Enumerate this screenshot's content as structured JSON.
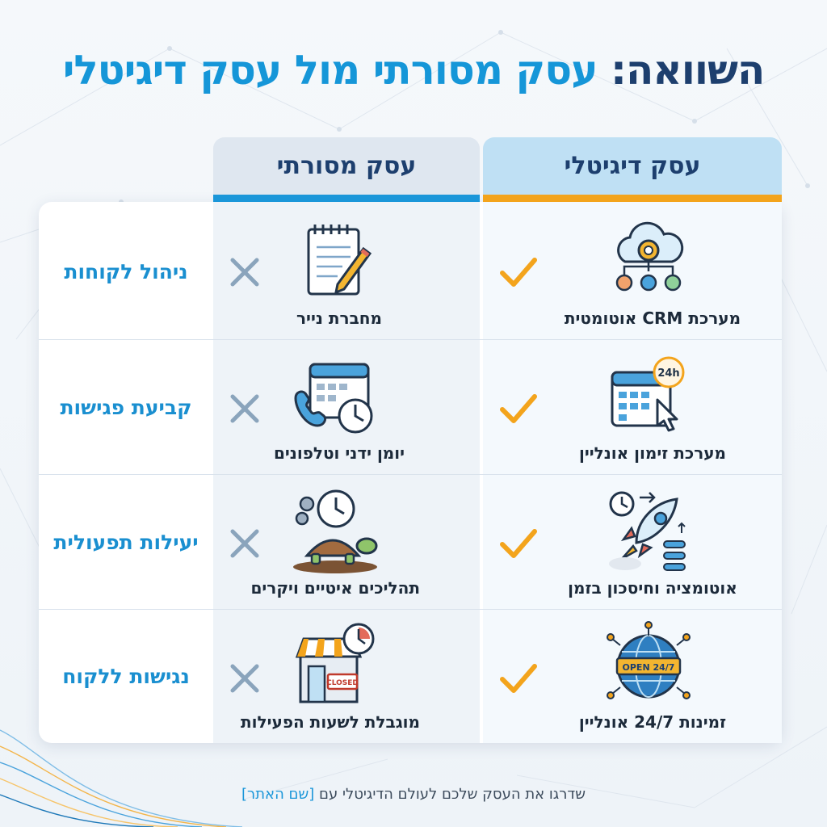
{
  "title": {
    "prefix": "השוואה:",
    "main": "עסק מסורתי מול עסק דיגיטלי"
  },
  "columns": {
    "digital": "עסק דיגיטלי",
    "traditional": "עסק מסורתי"
  },
  "rows": [
    {
      "category": "ניהול לקוחות",
      "traditional": "מחברת נייר",
      "digital": "מערכת CRM אוטומטית"
    },
    {
      "category": "קביעת פגישות",
      "traditional": "יומן ידני וטלפונים",
      "digital": "מערכת זימון אונליין"
    },
    {
      "category": "יעילות תפעולית",
      "traditional": "תהליכים איטיים ויקרים",
      "digital": "אוטומציה וחיסכון בזמן"
    },
    {
      "category": "נגישות ללקוח",
      "traditional": "מוגבלת לשעות הפעילות",
      "digital": "זמינות 24/7 אונליין"
    }
  ],
  "icons": {
    "digital": [
      "cloud-crm-icon",
      "calendar-24h-icon",
      "rocket-icon",
      "globe-open-icon"
    ],
    "traditional": [
      "notebook-pencil-icon",
      "calendar-phone-clock-icon",
      "turtle-clock-icon",
      "closed-shop-icon"
    ],
    "check": "check-icon",
    "cross": "cross-icon",
    "badge_24h": "24h",
    "badge_open": "OPEN 24/7",
    "badge_closed": "CLOSED"
  },
  "footer": {
    "text": "שדרגו את העסק שלכם לעולם הדיגיטלי עם",
    "site": "[שם האתר]"
  },
  "colors": {
    "navy": "#1d3f6e",
    "blue": "#1596d8",
    "orange": "#f3a41c",
    "cross": "#8aa4bc"
  }
}
